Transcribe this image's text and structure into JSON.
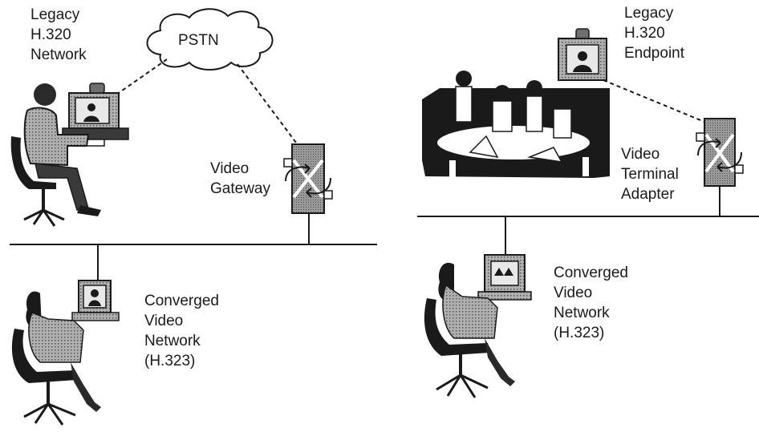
{
  "labels": {
    "legacy_network": [
      "Legacy",
      "H.320",
      "Network"
    ],
    "pstn": "PSTN",
    "video_gateway": [
      "Video",
      "Gateway"
    ],
    "converged_left": [
      "Converged",
      "Video",
      "Network",
      "(H.323)"
    ],
    "legacy_endpoint": [
      "Legacy",
      "H.320",
      "Endpoint"
    ],
    "video_terminal_adapter": [
      "Video",
      "Terminal",
      "Adapter"
    ],
    "converged_right": [
      "Converged",
      "Video",
      "Network",
      "(H.323)"
    ]
  },
  "colors": {
    "line": "#1a1a1a",
    "device_fill": "#8c8c8c",
    "person_fill": "#2a2a2a",
    "clothing_fill": "#6e6e6e",
    "screen_fill": "#d8d8d8"
  },
  "icons": {
    "gateway": "video-gateway-icon",
    "adapter": "video-terminal-adapter-icon",
    "cloud": "pstn-cloud-icon",
    "endpoint": "h320-endpoint-icon"
  }
}
